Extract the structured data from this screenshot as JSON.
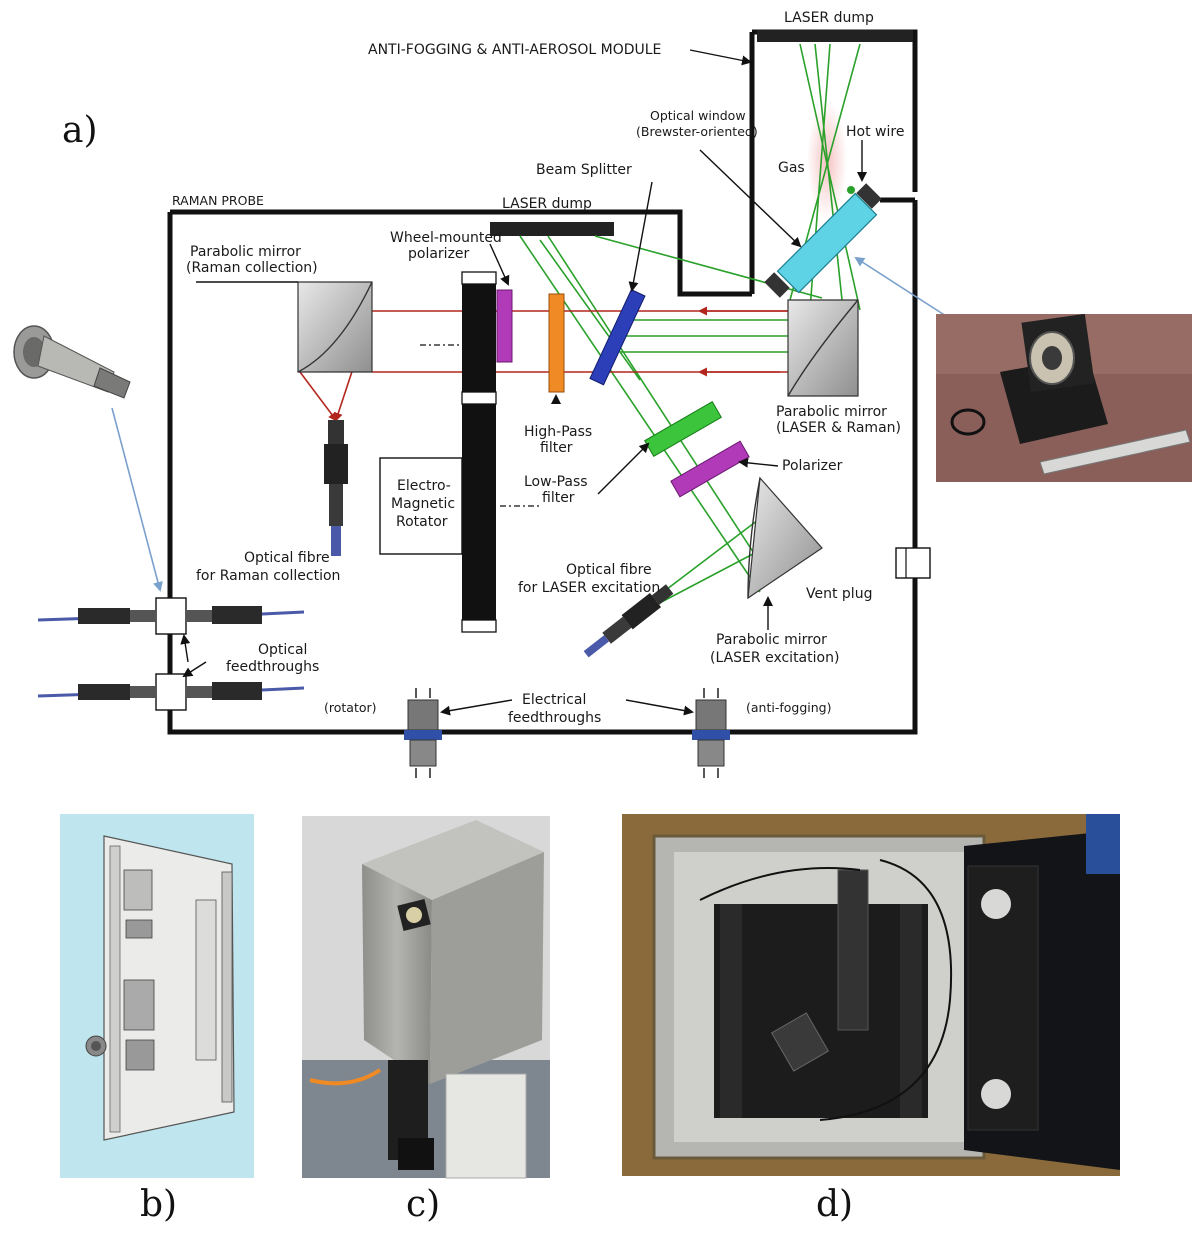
{
  "panels": {
    "a": "a)",
    "b": "b)",
    "c": "c)",
    "d": "d)"
  },
  "labels": {
    "laser_dump_top": "LASER dump",
    "anti_fog_module": "ANTI-FOGGING & ANTI-AEROSOL MODULE",
    "optical_window_1": "Optical window",
    "optical_window_2": "(Brewster-oriented)",
    "hot_wire": "Hot wire",
    "gas": "Gas",
    "beam_splitter": "Beam Splitter",
    "raman_probe": "RAMAN PROBE",
    "laser_dump_mid": "LASER dump",
    "wheel_pol_1": "Wheel-mounted",
    "wheel_pol_2": "polarizer",
    "parabolic_raman_1": "Parabolic mirror",
    "parabolic_raman_2": "(Raman collection)",
    "parabolic_laser_raman_1": "Parabolic mirror",
    "parabolic_laser_raman_2": "(LASER & Raman)",
    "high_pass_1": "High-Pass",
    "high_pass_2": "filter",
    "low_pass_1": "Low-Pass",
    "low_pass_2": "filter",
    "polarizer": "Polarizer",
    "emr_1": "Electro-",
    "emr_2": "Magnetic",
    "emr_3": "Rotator",
    "fibre_raman_1": "Optical fibre",
    "fibre_raman_2": "for Raman collection",
    "fibre_laser_1": "Optical fibre",
    "fibre_laser_2": "for LASER excitation",
    "vent_plug": "Vent plug",
    "optical_feed_1": "Optical",
    "optical_feed_2": "feedthroughs",
    "parabolic_exc_1": "Parabolic mirror",
    "parabolic_exc_2": "(LASER excitation)",
    "electrical_feed_1": "Electrical",
    "electrical_feed_2": "feedthroughs",
    "rotator": "(rotator)",
    "anti_fogging": "(anti-fogging)"
  },
  "colors": {
    "laser_beam": "#2aa12a",
    "raman_beam": "#b3261e",
    "polarizer": "#b03ab8",
    "high_pass": "#f08a24",
    "low_pass": "#3cc43c",
    "beam_splitter": "#2d3fb8",
    "window_glass": "#5fd3e6",
    "cad_background": "#bfe6ee",
    "photo_wood": "#8a6a3a",
    "photo_steel": "#a7a7a3"
  }
}
